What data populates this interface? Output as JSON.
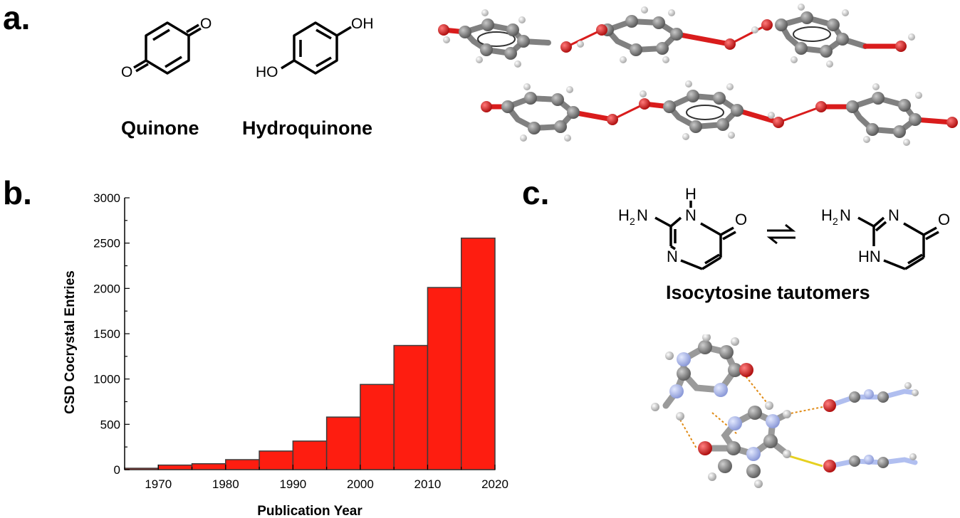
{
  "panels": {
    "a": "a.",
    "b": "b.",
    "c": "c."
  },
  "molecules": {
    "quinone": {
      "name": "Quinone",
      "atom_top": "O",
      "atom_bottom": "O"
    },
    "hydroquinone": {
      "name": "Hydroquinone",
      "atom_top": "OH",
      "atom_bottom": "HO"
    },
    "isocytosine": {
      "caption": "Isocytosine tautomers",
      "left": {
        "amine_h": "H",
        "amine_n": "N",
        "amine_sub": "2",
        "n3_h": "H",
        "n3": "N",
        "oxo": "O",
        "n1": "N"
      },
      "right": {
        "amine_h": "H",
        "amine_n": "N",
        "amine_sub": "2",
        "n3": "N",
        "oxo": "O",
        "n1h": "HN"
      }
    }
  },
  "colors": {
    "bar_fill": "#fe1d10",
    "bar_edge": "#3c3c3c",
    "oxygen": "#d91c1c",
    "carbon": "#707070",
    "hydrogen": "#e6e6e6",
    "nitrogen": "#a8b8ee",
    "hbond_orange": "#e08a14",
    "hbond_yellow": "#e6d020"
  },
  "chart_data": {
    "type": "bar",
    "title": "",
    "xlabel": "Publication Year",
    "ylabel": "CSD Cocrystal Entries",
    "xlim": [
      1965,
      2020
    ],
    "ylim": [
      0,
      3000
    ],
    "xticks": [
      "1970",
      "1980",
      "1990",
      "2000",
      "2010",
      "2020"
    ],
    "yticks": [
      "0",
      "500",
      "1000",
      "1500",
      "2000",
      "2500",
      "3000"
    ],
    "grid": false,
    "bins": [
      {
        "start": 1965,
        "end": 1970,
        "value": 15
      },
      {
        "start": 1970,
        "end": 1975,
        "value": 50
      },
      {
        "start": 1975,
        "end": 1980,
        "value": 65
      },
      {
        "start": 1980,
        "end": 1985,
        "value": 110
      },
      {
        "start": 1985,
        "end": 1990,
        "value": 205
      },
      {
        "start": 1990,
        "end": 1995,
        "value": 315
      },
      {
        "start": 1995,
        "end": 2000,
        "value": 580
      },
      {
        "start": 2000,
        "end": 2005,
        "value": 940
      },
      {
        "start": 2005,
        "end": 2010,
        "value": 1370
      },
      {
        "start": 2010,
        "end": 2015,
        "value": 2010
      },
      {
        "start": 2015,
        "end": 2020,
        "value": 2555
      }
    ]
  }
}
